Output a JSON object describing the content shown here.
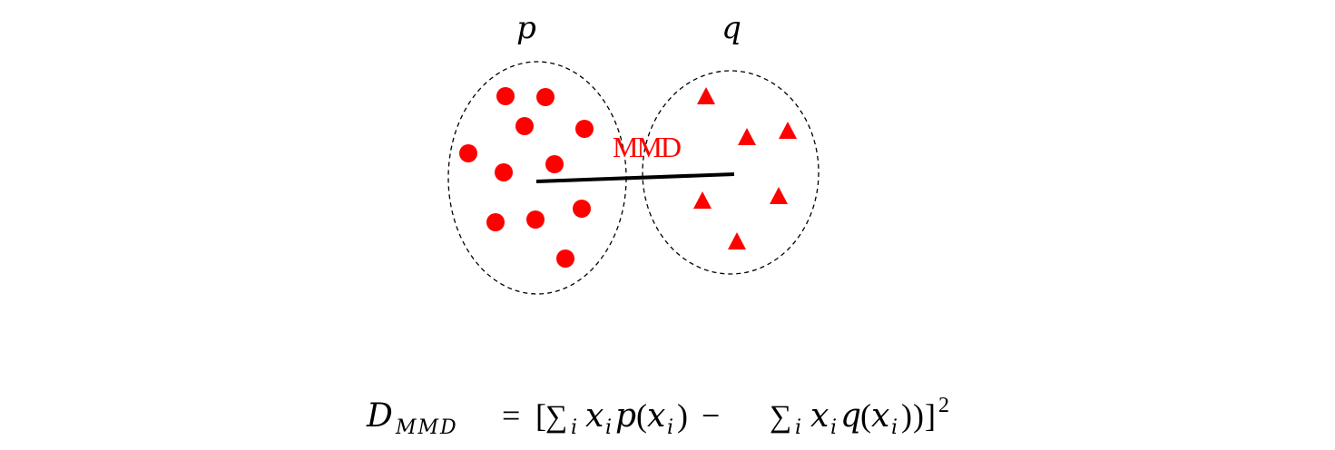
{
  "labels": {
    "set_p": "p",
    "set_q": "q",
    "distance": "MMD"
  },
  "formula": {
    "lhs": "D",
    "lhs_subscript": "MMD",
    "equals": "=",
    "open_bracket": "[",
    "sum": "∑",
    "sum_index": "i",
    "x": "x",
    "x_subscript": "i",
    "p_func": "p",
    "q_func": "q",
    "paren_open": "(",
    "paren_close": ")",
    "minus": "−",
    "close_bracket": "]",
    "exponent": "2"
  },
  "colors": {
    "points": "#ff0000",
    "distance_label": "#ff0000",
    "line": "#000000",
    "ellipse_stroke": "#000000"
  },
  "shapes": {
    "p_marker": "circle",
    "q_marker": "triangle"
  }
}
